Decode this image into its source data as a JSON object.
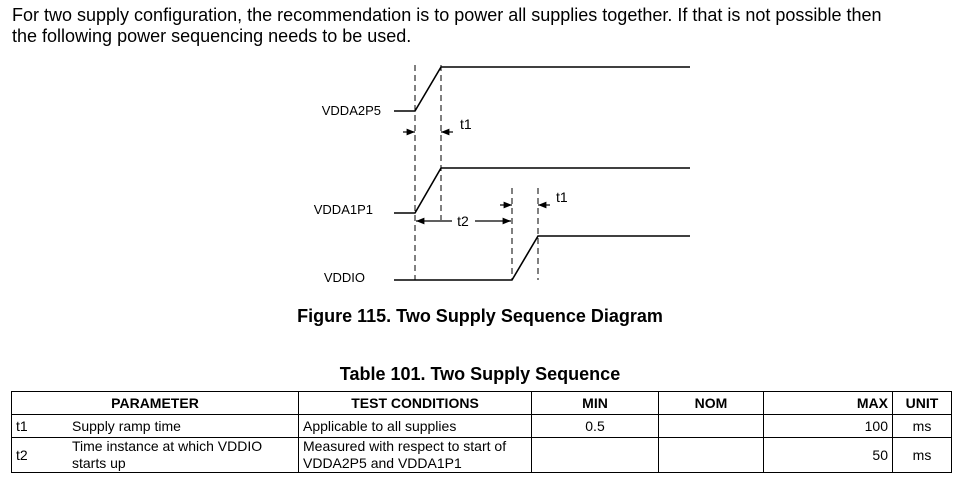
{
  "intro": {
    "line1": "For two supply configuration, the recommendation is to power all supplies together. If that is not possible then",
    "line2": "the following power sequencing needs to be used."
  },
  "diagram": {
    "signals": [
      "VDDA2P5",
      "VDDA1P1",
      "VDDIO"
    ],
    "t1_label": "t1",
    "t2_label": "t2",
    "t1_label_2": "t1"
  },
  "figure_caption": "Figure 115.  Two Supply Sequence Diagram",
  "table_caption": "Table 101. Two Supply Sequence",
  "table": {
    "headers": {
      "parameter": "PARAMETER",
      "test_conditions": "TEST CONDITIONS",
      "min": "MIN",
      "nom": "NOM",
      "max": "MAX",
      "unit": "UNIT"
    },
    "rows": [
      {
        "symbol": "t1",
        "parameter": "Supply ramp time",
        "test_conditions": "Applicable to all supplies",
        "min": "0.5",
        "nom": "",
        "max": "100",
        "unit": "ms"
      },
      {
        "symbol": "t2",
        "parameter_line1": "Time instance at which VDDIO",
        "parameter_line2": "starts up",
        "test_conditions_line1": "Measured with respect to start of",
        "test_conditions_line2": "VDDA2P5 and VDDA1P1",
        "min": "",
        "nom": "",
        "max": "50",
        "unit": "ms"
      }
    ]
  }
}
